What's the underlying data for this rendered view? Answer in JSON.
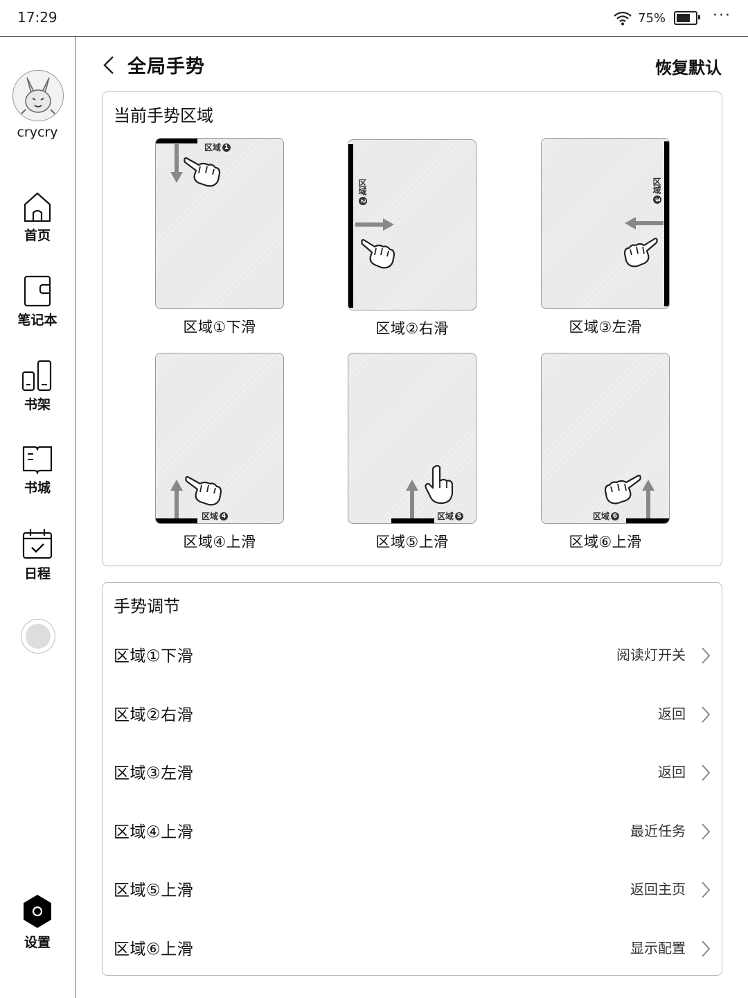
{
  "status": {
    "time": "17:29",
    "battery": "75%",
    "more": "···"
  },
  "sidebar": {
    "username": "crycry",
    "items": [
      {
        "label": "首页",
        "icon": "home-icon"
      },
      {
        "label": "笔记本",
        "icon": "notebook-icon"
      },
      {
        "label": "书架",
        "icon": "bookshelf-icon"
      },
      {
        "label": "书城",
        "icon": "bookstore-icon"
      },
      {
        "label": "日程",
        "icon": "calendar-icon"
      },
      {
        "label": "设置",
        "icon": "settings-icon"
      }
    ]
  },
  "header": {
    "title": "全局手势",
    "reset": "恢复默认"
  },
  "zones_panel": {
    "title": "当前手势区域",
    "zones": [
      {
        "tag": "区域",
        "num": "1",
        "caption": "区域①下滑"
      },
      {
        "tag": "区域",
        "num": "2",
        "caption": "区域②右滑"
      },
      {
        "tag": "区域",
        "num": "3",
        "caption": "区域③左滑"
      },
      {
        "tag": "区域",
        "num": "4",
        "caption": "区域④上滑"
      },
      {
        "tag": "区域",
        "num": "5",
        "caption": "区域⑤上滑"
      },
      {
        "tag": "区域",
        "num": "6",
        "caption": "区域⑥上滑"
      }
    ]
  },
  "settings_panel": {
    "title": "手势调节",
    "rows": [
      {
        "label": "区域①下滑",
        "value": "阅读灯开关"
      },
      {
        "label": "区域②右滑",
        "value": "返回"
      },
      {
        "label": "区域③左滑",
        "value": "返回"
      },
      {
        "label": "区域④上滑",
        "value": "最近任务"
      },
      {
        "label": "区域⑤上滑",
        "value": "返回主页"
      },
      {
        "label": "区域⑥上滑",
        "value": "显示配置"
      }
    ]
  }
}
